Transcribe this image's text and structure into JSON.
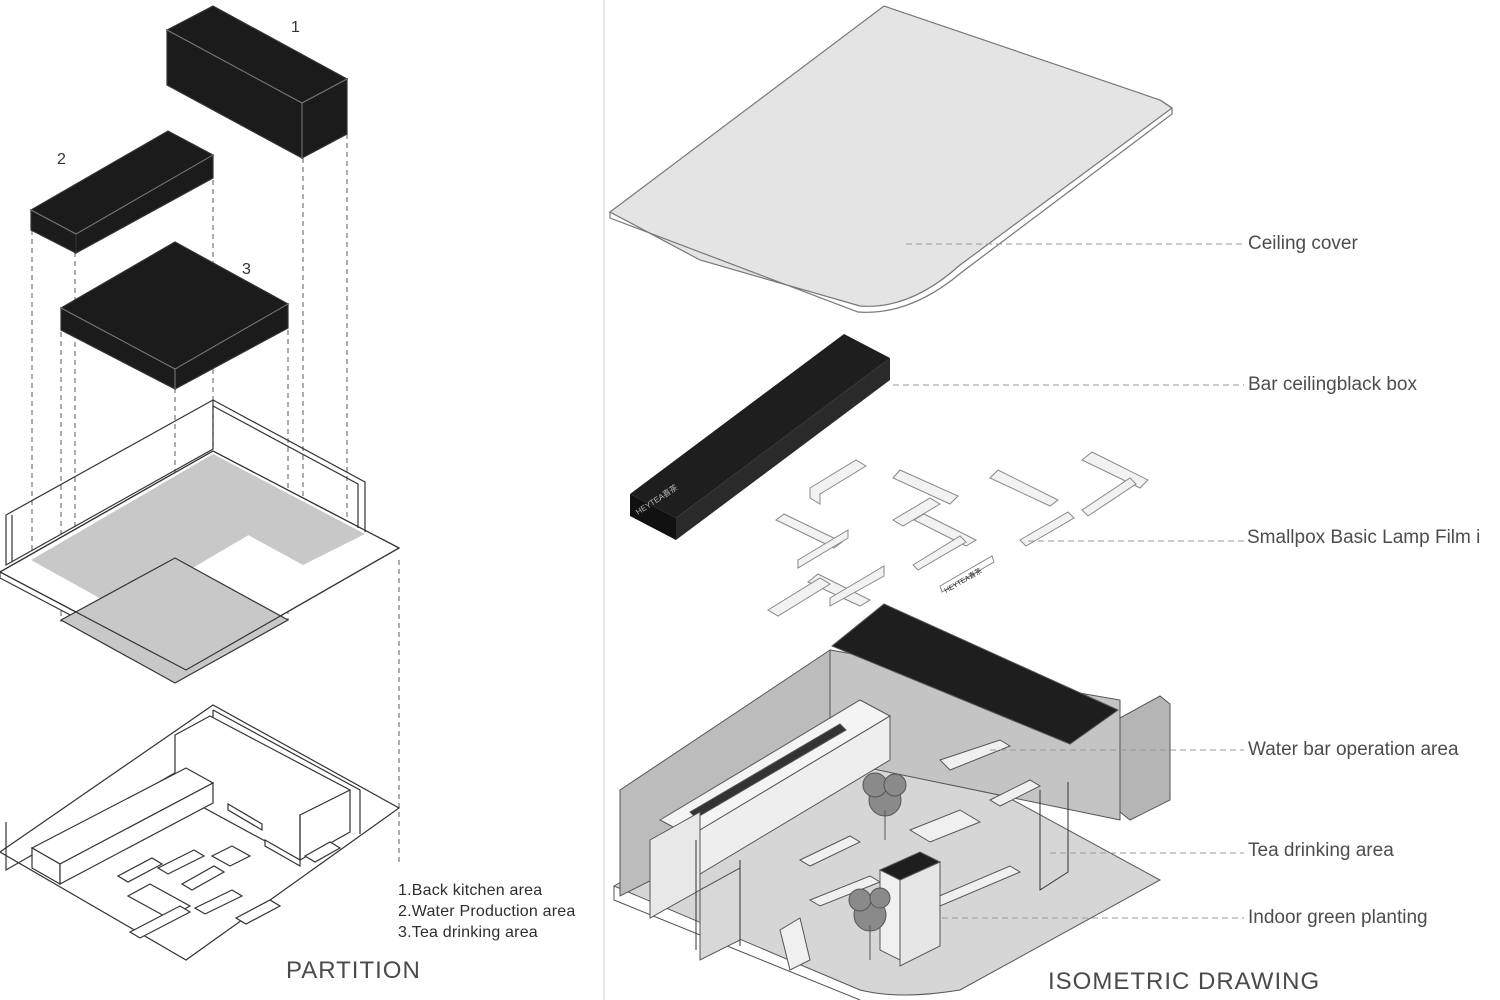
{
  "partition": {
    "title": "PARTITION",
    "block_numbers": [
      "1",
      "2",
      "3"
    ],
    "legend": [
      "1.Back kitchen area",
      "2.Water Production area",
      "3.Tea drinking area"
    ]
  },
  "isometric": {
    "title": "ISOMETRIC DRAWING",
    "callouts": [
      "Ceiling cover",
      "Bar ceilingblack box",
      "Smallpox Basic Lamp Film i",
      "Water bar operation area",
      "Tea drinking area",
      "Indoor green planting"
    ],
    "brand_text": "HEYTEA喜茶"
  },
  "colors": {
    "block_fill": "#1b1b1b",
    "shade_fill": "#c8c8c8",
    "ceiling_fill": "#e4e4e4",
    "line": "#444444",
    "dash": "#888888"
  }
}
